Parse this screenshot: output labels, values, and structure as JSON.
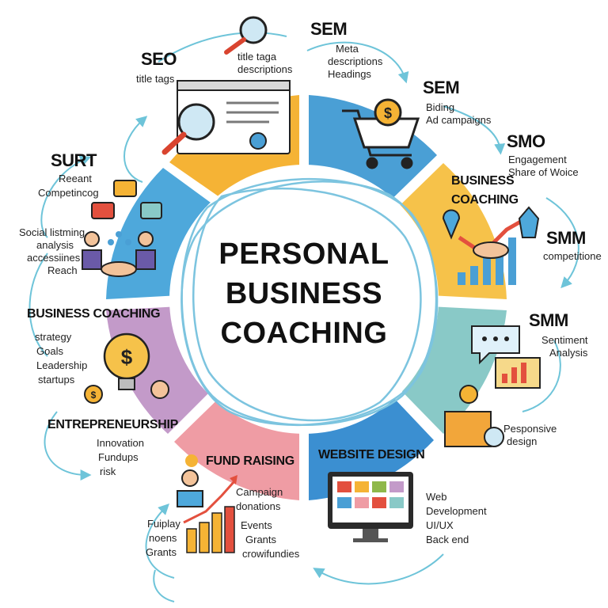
{
  "center": {
    "title_lines": [
      "PERSONAL",
      "BUSINESS",
      "COACHING"
    ]
  },
  "colors": {
    "seo": "#f5b335",
    "sem_cart": "#4a9fd5",
    "business_coaching_top": "#f6c24a",
    "smm_lower": "#89c9c7",
    "website_design": "#3b8fd1",
    "fund_raising": "#ef9ca4",
    "business_coaching_left": "#c39ac9",
    "surt": "#4ea8db",
    "arrows": "#6ec4d9",
    "center_ring": "#7cc4df"
  },
  "sections": [
    {
      "id": "seo",
      "heading": "SEO",
      "items": [
        "title tags"
      ],
      "callout": [
        "title taga",
        "descriptions"
      ],
      "icon": "browser-magnifier-icon"
    },
    {
      "id": "sem-top",
      "heading": "SEM",
      "items": [
        "Meta",
        "descriptions",
        "Headings"
      ]
    },
    {
      "id": "sem-bid",
      "heading": "SEM",
      "items": [
        "Biding",
        "Ad campaigns"
      ],
      "icon": "shopping-cart-icon"
    },
    {
      "id": "smo",
      "heading": "SMO",
      "items": [
        "Engagement",
        "Share of Woice"
      ]
    },
    {
      "id": "business-coaching-top",
      "heading": "BUSINESS COACHING",
      "heading_lines": [
        "BUSINESS",
        "COACHING"
      ],
      "icon": "handshake-growth-icon"
    },
    {
      "id": "smm-top",
      "heading": "SMM",
      "items": [
        "competitione"
      ]
    },
    {
      "id": "smm-lower",
      "heading": "SMM",
      "items": [
        "Sentiment",
        "Analysis"
      ],
      "extra": [
        "Pesponsive",
        "design"
      ],
      "icon": "coin-box-icon"
    },
    {
      "id": "website-design",
      "heading": "WEBSITE DESIGN",
      "items": [
        "Web",
        "Development",
        "UI/UX",
        "Back end"
      ],
      "icon": "monitor-icon"
    },
    {
      "id": "fund-raising",
      "heading": "FUND RAISING",
      "items": [
        "Campaign",
        "donations",
        "Events",
        "Grants",
        "crowifundies"
      ],
      "left_items": [
        "Fuiplay",
        "noens",
        "Grants"
      ],
      "icon": "bar-chart-person-icon"
    },
    {
      "id": "entrepreneurship",
      "heading": "ENTREPRENEURSHIP",
      "items": [
        "Innovation",
        "Fundups",
        "risk"
      ]
    },
    {
      "id": "business-coaching-left",
      "heading": "BUSINESS COACHING",
      "items": [
        "strategy",
        "Goals",
        "Leadership",
        "startups"
      ],
      "icon": "lightbulb-dollar-icon"
    },
    {
      "id": "surt",
      "heading": "SURT",
      "items": [
        "Reeant",
        "Competincog"
      ],
      "left_items": [
        "Social listming",
        "analysis",
        "accessiines",
        "Reach"
      ],
      "icon": "handshake-chat-icon"
    }
  ]
}
